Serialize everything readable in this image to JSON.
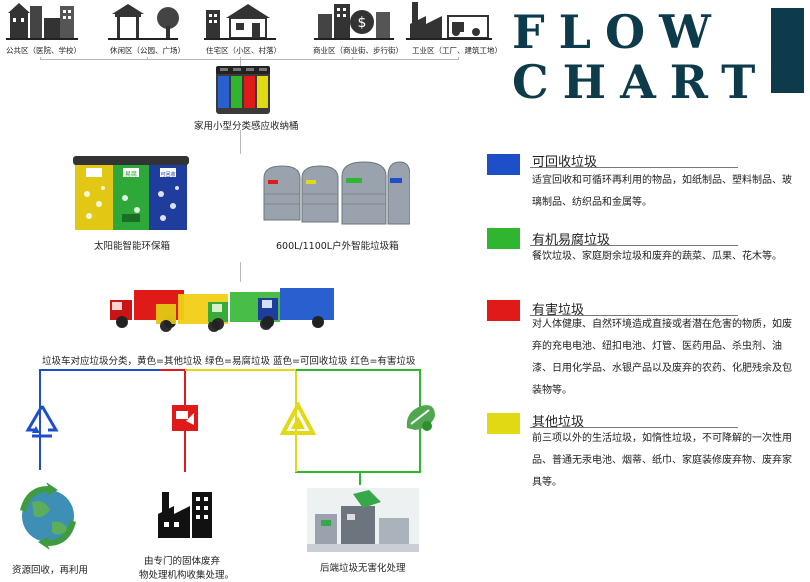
{
  "title": {
    "line1": "FLOW",
    "line2": "CHART"
  },
  "areas": [
    {
      "label": "公共区（医院、学校）"
    },
    {
      "label": "休闲区（公园、广场）"
    },
    {
      "label": "住宅区（小区、村落）"
    },
    {
      "label": "商业区（商业街、步行街）"
    },
    {
      "label": "工业区（工厂、建筑工地）"
    }
  ],
  "home_bin": {
    "label": "家用小型分类感应收纳桶"
  },
  "solar_bin": {
    "label": "太阳能智能环保箱",
    "tags": [
      "易腐",
      "可回收"
    ]
  },
  "outdoor_bin": {
    "label": "600L/1100L户外智能垃圾箱"
  },
  "trucks_caption": "垃圾车对应垃圾分类，黄色=其他垃圾 绿色=易腐垃圾 蓝色=可回收垃圾 红色=有害垃圾",
  "outcomes": [
    {
      "label": "资源回收，再利用"
    },
    {
      "label_line1": "由专门的固体废弃",
      "label_line2": "物处理机构收集处理。"
    },
    {
      "label": "后端垃圾无害化处理"
    }
  ],
  "legend": [
    {
      "title": "可回收垃圾",
      "color": "#1f4fc8",
      "desc": "适宜回收和可循环再利用的物品，如纸制品、塑料制品、玻璃制品、纺织品和金属等。"
    },
    {
      "title": "有机易腐垃圾",
      "color": "#2fb52f",
      "desc": "餐饮垃圾、家庭厨余垃圾和废弃的蔬菜、瓜果、花木等。"
    },
    {
      "title": "有害垃圾",
      "color": "#e01919",
      "desc": "对人体健康、自然环境造成直接或者潜在危害的物质，如废弃的充电电池、纽扣电池、灯管、医药用品、杀虫剂、油漆、日用化学品、水银产品以及废弃的农药、化肥残余及包装物等。"
    },
    {
      "title": "其他垃圾",
      "color": "#e2d915",
      "desc": "前三项以外的生活垃圾，如惰性垃圾，不可降解的一次性用品、普通无汞电池、烟蒂、纸巾、家庭装修废弃物、废弃家具等。"
    }
  ]
}
